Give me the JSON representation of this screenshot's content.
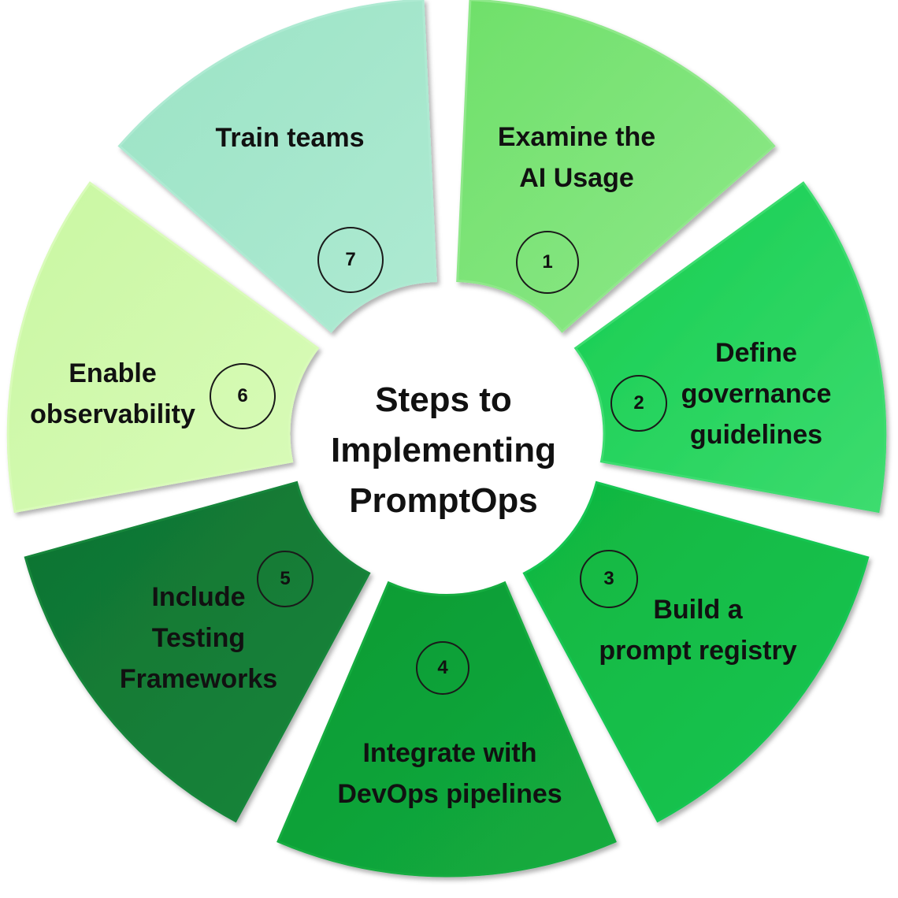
{
  "title": [
    "Steps to",
    "Implementing",
    "PromptOps"
  ],
  "steps": [
    {
      "number": "1",
      "lines": [
        "Examine the",
        "AI Usage"
      ],
      "color": "#6fe06a",
      "color2": "#8fe88a"
    },
    {
      "number": "2",
      "lines": [
        "Define",
        "governance",
        "guidelines"
      ],
      "color": "#14cc4f",
      "color2": "#3ddc6f"
    },
    {
      "number": "3",
      "lines": [
        "Build a",
        "prompt registry"
      ],
      "color": "#10b63f",
      "color2": "#19c653"
    },
    {
      "number": "4",
      "lines": [
        "Integrate with",
        "DevOps pipelines"
      ],
      "color": "#0e9a33",
      "color2": "#13ac3f"
    },
    {
      "number": "5",
      "lines": [
        "Include",
        "Testing",
        "Frameworks"
      ],
      "color": "#0f7332",
      "color2": "#17863b"
    },
    {
      "number": "6",
      "lines": [
        "Enable",
        "observability"
      ],
      "color": "#c9f7a2",
      "color2": "#d9fbb9"
    },
    {
      "number": "7",
      "lines": [
        "Train teams"
      ],
      "color": "#9be3c5",
      "color2": "#aeead2"
    }
  ]
}
